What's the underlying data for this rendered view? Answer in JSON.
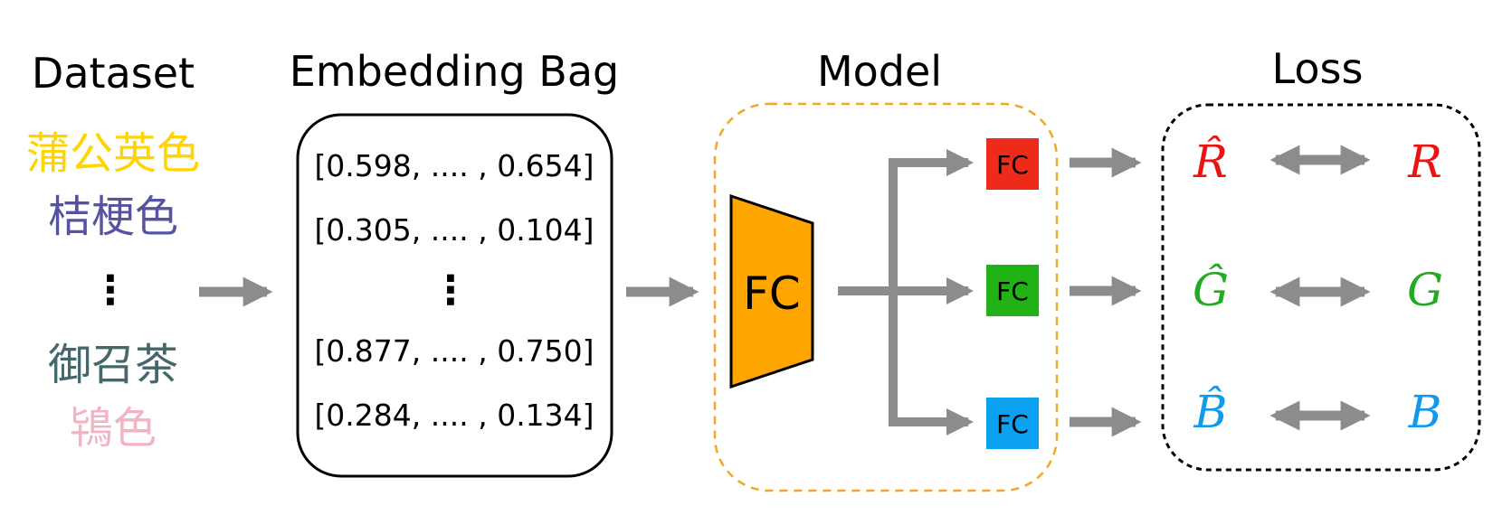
{
  "titles": {
    "dataset": "Dataset",
    "embedding": "Embedding Bag",
    "model": "Model",
    "loss": "Loss"
  },
  "dataset": {
    "items": [
      {
        "text": "蒲公英色",
        "color": "#FFD400"
      },
      {
        "text": "桔梗色",
        "color": "#5654A2"
      },
      {
        "text": "⋮",
        "color": "#000000"
      },
      {
        "text": "御召茶",
        "color": "#43676B"
      },
      {
        "text": "鴇色",
        "color": "#F4B3C2"
      }
    ]
  },
  "embedding": {
    "rows": [
      "[0.598, .... , 0.654]",
      "[0.305, .... , 0.104]",
      "⋮",
      "[0.877, .... , 0.750]",
      "[0.284, .... , 0.134]"
    ]
  },
  "model": {
    "main_label": "FC",
    "main_color": "#FFA500",
    "heads": [
      {
        "label": "FC",
        "color": "#EE2A1B"
      },
      {
        "label": "FC",
        "color": "#21B316"
      },
      {
        "label": "FC",
        "color": "#0BA0F0"
      }
    ]
  },
  "loss": {
    "rows": [
      {
        "pred": "R̂",
        "target": "R",
        "color": "#EE1111"
      },
      {
        "pred": "Ĝ",
        "target": "G",
        "color": "#22AA22"
      },
      {
        "pred": "B̂",
        "target": "B",
        "color": "#1199EE"
      }
    ]
  },
  "colors": {
    "arrow": "#8C8C8C",
    "model_border": "#F5A623",
    "loss_border": "#000000"
  }
}
